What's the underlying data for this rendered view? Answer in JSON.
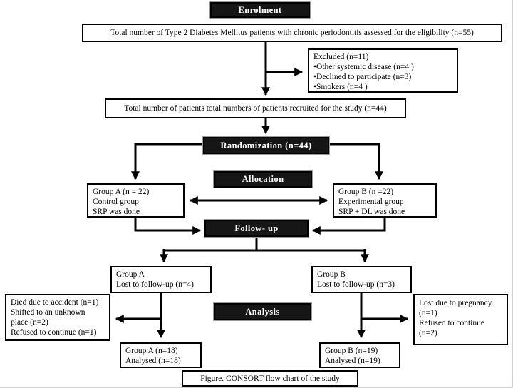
{
  "diagram": {
    "caption": "Figure. CONSORT flow chart of the study",
    "stages": {
      "enrolment": "Enrolment",
      "randomization": "Randomization (n=44)",
      "allocation": "Allocation",
      "followup": "Follow- up",
      "analysis": "Analysis"
    },
    "boxes": {
      "eligibility": "Total number of Type 2 Diabetes Mellitus patients with chronic periodontitis assessed for the eligibility (n=55)",
      "excluded": {
        "lines": [
          "Excluded (n=11)",
          "•Other systemic disease (n=4 )",
          "•Declined to participate (n=3)",
          "•Smokers (n=4 )"
        ]
      },
      "recruited": "Total number of patients total numbers of patients recruited for the study (n=44)",
      "group_a": {
        "lines": [
          "Group A (n = 22)",
          "Control group",
          "SRP was done"
        ]
      },
      "group_b": {
        "lines": [
          "Group B (n =22)",
          "Experimental group",
          "SRP + DL was done"
        ]
      },
      "group_a_lost": {
        "lines": [
          "Group A",
          "Lost to follow-up (n=4)"
        ]
      },
      "group_b_lost": {
        "lines": [
          "Group B",
          "Lost to follow-up (n=3)"
        ]
      },
      "group_a_lost_reasons": {
        "lines": [
          "Died due to accident (n=1)",
          "Shifted to an unknown",
          "place (n=2)",
          "Refused to continue (n=1)"
        ]
      },
      "group_b_lost_reasons": {
        "lines": [
          "Lost due to pregnancy",
          "(n=1)",
          "Refused to continue",
          "(n=2)"
        ]
      },
      "group_a_analysed": {
        "lines": [
          "Group A (n=18)",
          "Analysed (n=18)"
        ]
      },
      "group_b_analysed": {
        "lines": [
          "Group B (n=19)",
          "Analysed (n=19)"
        ]
      }
    },
    "colors": {
      "stage_fill": "#161616",
      "stage_text": "#ffffff",
      "box_border": "#000000",
      "text": "#000000",
      "background": "#ffffff"
    }
  }
}
